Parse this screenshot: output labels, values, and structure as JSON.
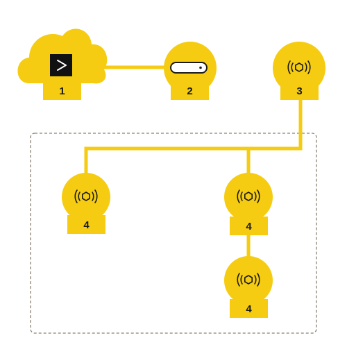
{
  "colors": {
    "accent": "#F5CC11",
    "badge": "#F5CC11",
    "terminal_bg": "#111111",
    "icon_stroke": "#1a1a1a",
    "router_fill": "#ffffff",
    "boundary": "#8a8070"
  },
  "nodes": {
    "cloud": {
      "label": "1",
      "icon": "terminal-prompt-icon"
    },
    "router": {
      "label": "2",
      "icon": "router-device-icon"
    },
    "access_point_main": {
      "label": "3",
      "icon": "wireless-signal-icon"
    },
    "access_point_left": {
      "label": "4",
      "icon": "wireless-signal-icon"
    },
    "access_point_middle": {
      "label": "4",
      "icon": "wireless-signal-icon"
    },
    "access_point_bottom": {
      "label": "4",
      "icon": "wireless-signal-icon"
    }
  }
}
